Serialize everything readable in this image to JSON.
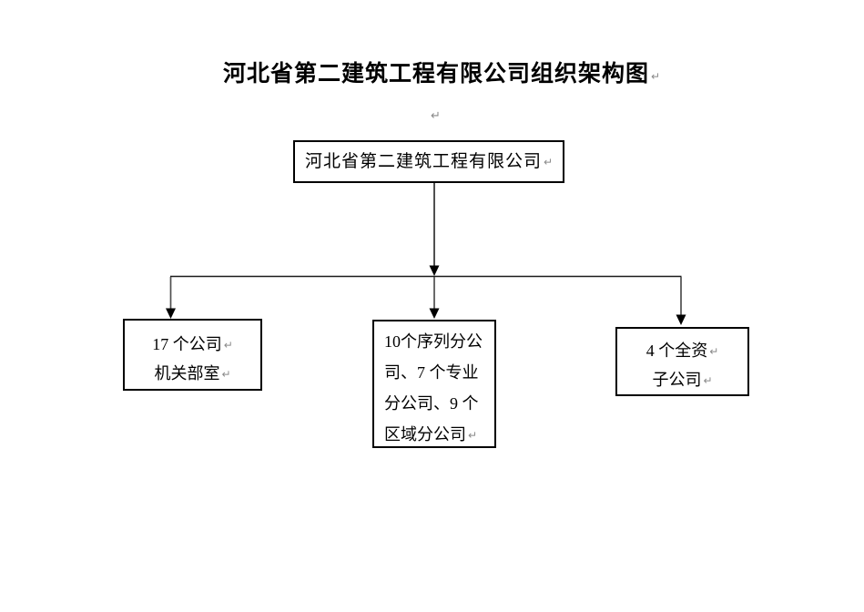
{
  "page": {
    "title": "河北省第二建筑工程有限公司组织架构图",
    "return_mark": "↵"
  },
  "org_chart": {
    "root": {
      "label": "河北省第二建筑工程有限公司"
    },
    "children": [
      {
        "name": "company-departments",
        "lines": [
          "17 个公司",
          "机关部室"
        ]
      },
      {
        "name": "branch-companies",
        "lines": [
          "10个序列分公",
          "司、7 个专业",
          "分公司、9 个",
          "区域分公司"
        ]
      },
      {
        "name": "wholly-owned-subsidiaries",
        "lines": [
          "4 个全资",
          "子公司"
        ]
      }
    ]
  },
  "colors": {
    "stem_line": "#4f4f4f",
    "bar_line": "#1a1a1a",
    "arrowhead": "#000000",
    "border": "#000000",
    "text": "#000000",
    "mark_gray": "#8a8a8a"
  }
}
